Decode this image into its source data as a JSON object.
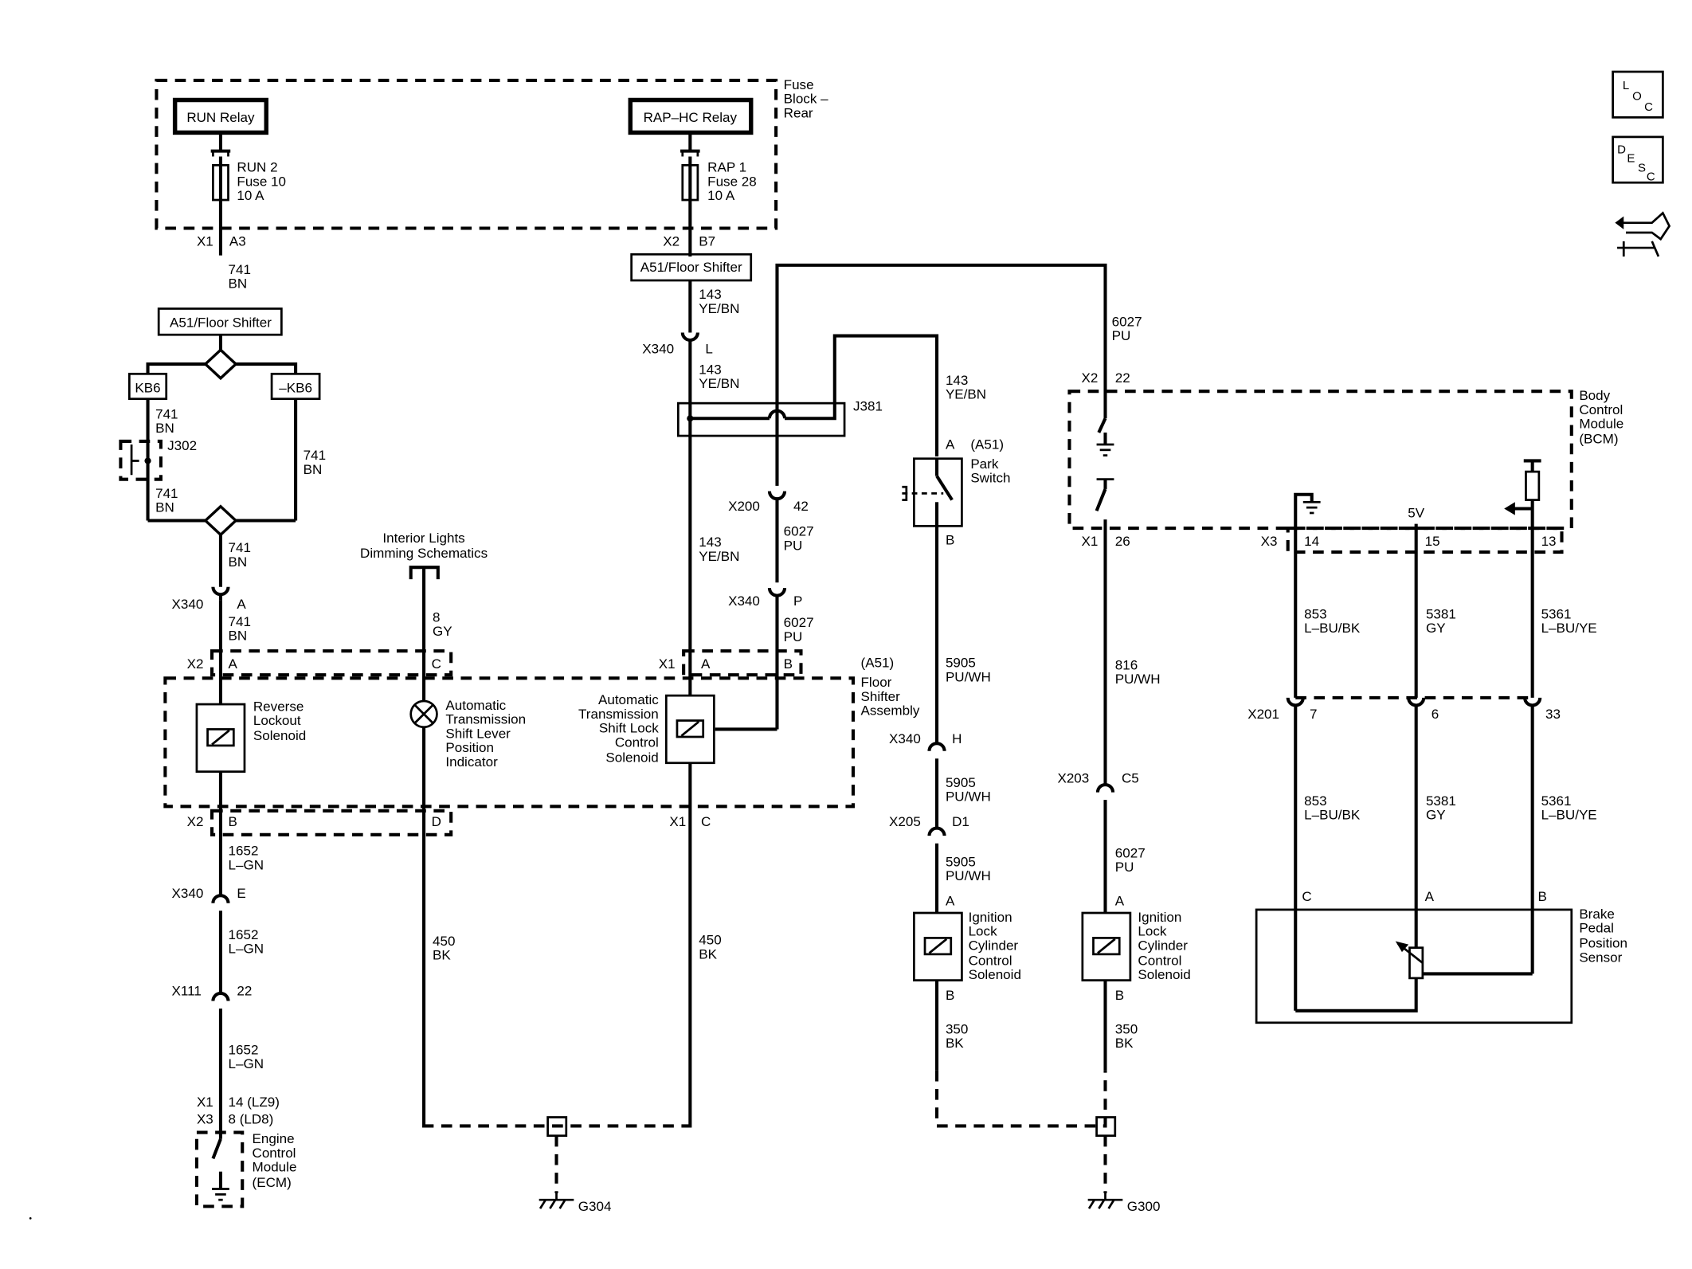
{
  "fuse_block": {
    "label_1": "Fuse",
    "label_2": "Block –",
    "label_3": "Rear"
  },
  "relays": {
    "run": "RUN Relay",
    "rap": "RAP–HC Relay"
  },
  "fuses": {
    "run_1": "RUN 2",
    "run_2": "Fuse 10",
    "run_3": "10 A",
    "rap_1": "RAP 1",
    "rap_2": "Fuse 28",
    "rap_3": "10 A"
  },
  "options": {
    "a51_floor_shifter": "A51/Floor Shifter",
    "kb6": "KB6",
    "not_kb6": "–KB6",
    "a51": "(A51)"
  },
  "connectors": {
    "x1": "X1",
    "x2": "X2",
    "x3": "X3",
    "x340": "X340",
    "x200": "X200",
    "x201": "X201",
    "x203": "X203",
    "x205": "X205",
    "x111": "X111",
    "j302": "J302",
    "j381": "J381"
  },
  "pins": {
    "a3": "A3",
    "b7": "B7",
    "a": "A",
    "b": "B",
    "c": "C",
    "d": "D",
    "e": "E",
    "h": "H",
    "l": "L",
    "p": "P",
    "c5": "C5",
    "d1": "D1",
    "p22": "22",
    "p42": "42",
    "p26": "26",
    "p14": "14",
    "p15": "15",
    "p13": "13",
    "p7": "7",
    "p6": "6",
    "p33": "33",
    "ecm_pin_1": "14 (LZ9)",
    "ecm_pin_2": "8 (LD8)"
  },
  "circuits": {
    "c741": "741",
    "c143": "143",
    "c6027": "6027",
    "c8": "8",
    "c450": "450",
    "c1652": "1652",
    "c5905": "5905",
    "c816": "816",
    "c350": "350",
    "c853": "853",
    "c5381": "5381",
    "c5361": "5361"
  },
  "colors": {
    "bn": "BN",
    "ye_bn": "YE/BN",
    "pu": "PU",
    "gy": "GY",
    "bk": "BK",
    "l_gn": "L–GN",
    "pu_wh": "PU/WH",
    "l_bu_bk": "L–BU/BK",
    "l_bu_ye": "L–BU/YE"
  },
  "components": {
    "interior_1": "Interior Lights",
    "interior_2": "Dimming Schematics",
    "rls_1": "Reverse",
    "rls_2": "Lockout",
    "rls_3": "Solenoid",
    "atsi_1": "Automatic",
    "atsi_2": "Transmission",
    "atsi_3": "Shift Lever",
    "atsi_4": "Position",
    "atsi_5": "Indicator",
    "atsl_1": "Automatic",
    "atsl_2": "Transmission",
    "atsl_3": "Shift Lock",
    "atsl_4": "Control",
    "atsl_5": "Solenoid",
    "fsa_1": "Floor",
    "fsa_2": "Shifter",
    "fsa_3": "Assembly",
    "park_1": "Park",
    "park_2": "Switch",
    "bcm_1": "Body",
    "bcm_2": "Control",
    "bcm_3": "Module",
    "bcm_4": "(BCM)",
    "v5": "5V",
    "ilc_1": "Ignition",
    "ilc_2": "Lock",
    "ilc_3": "Cylinder",
    "ilc_4": "Control",
    "ilc_5": "Solenoid",
    "bpps_1": "Brake",
    "bpps_2": "Pedal",
    "bpps_3": "Position",
    "bpps_4": "Sensor",
    "ecm_1": "Engine",
    "ecm_2": "Control",
    "ecm_3": "Module",
    "ecm_4": "(ECM)"
  },
  "grounds": {
    "g304": "G304",
    "g300": "G300"
  },
  "nav": {
    "loc_1": "L",
    "loc_2": "O",
    "loc_3": "C",
    "desc_1": "D",
    "desc_2": "E",
    "desc_3": "S",
    "desc_4": "C"
  }
}
